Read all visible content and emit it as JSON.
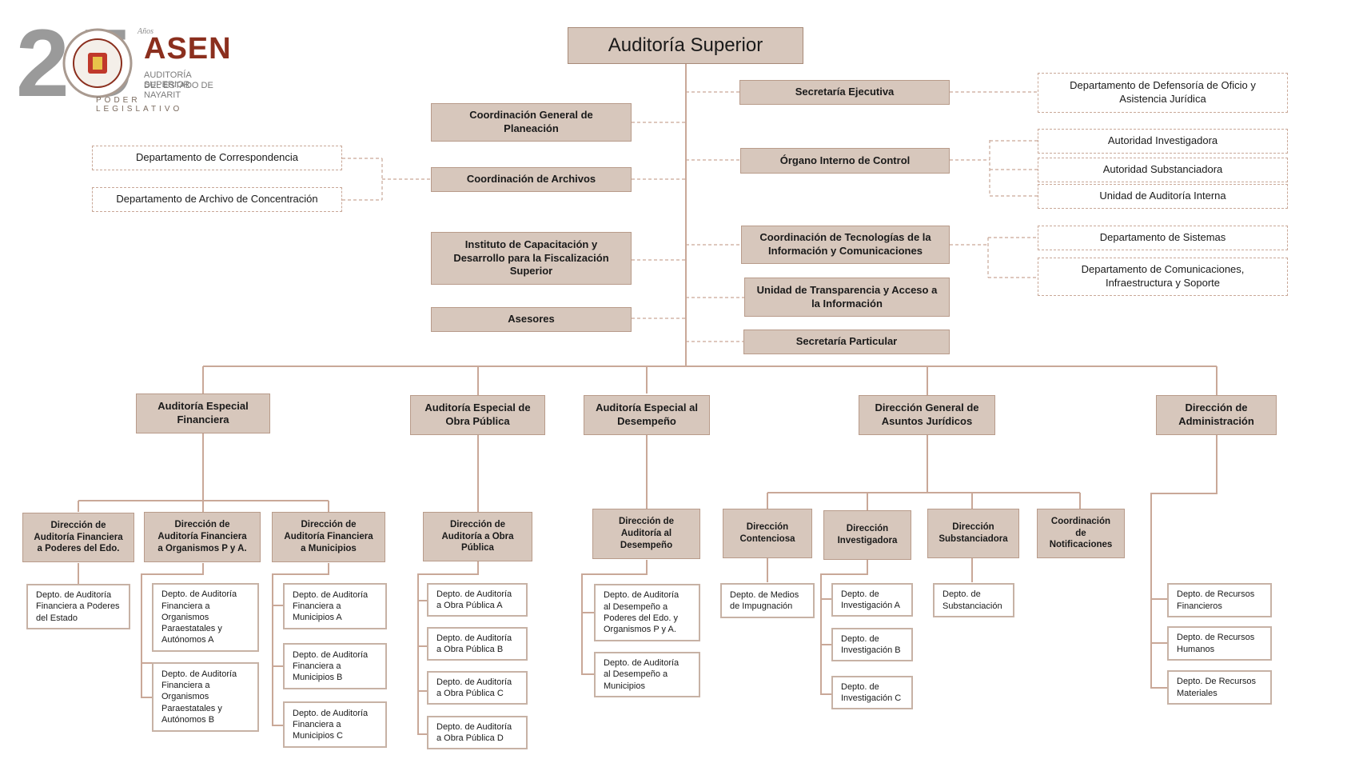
{
  "logo": {
    "numeral": "25",
    "anios": "Años",
    "brand": "ASEN",
    "line1": "AUDITORÍA SUPERIOR",
    "line2": "DEL ESTADO DE NAYARIT",
    "line3": "PODER LEGISLATIVO",
    "colors": {
      "primary": "#8b2f1e",
      "gray": "#9a9a9a"
    }
  },
  "colors": {
    "box_fill": "#d7c7bc",
    "box_border": "#b89b8a",
    "line": "#c9a898"
  },
  "nodes": {
    "root": "Auditoría Superior",
    "secretaria_ejecutiva": "Secretaría Ejecutiva",
    "defensoria": "Departamento de Defensoría de Oficio y\nAsistencia Jurídica",
    "coord_planeacion": "Coordinación General  de\nPlaneación",
    "organo_interno": "Órgano Interno de Control",
    "autoridad_investigadora": "Autoridad Investigadora",
    "autoridad_substanciadora": "Autoridad  Substanciadora",
    "unidad_auditoria_interna": "Unidad de Auditoría Interna",
    "depto_correspondencia": "Departamento de Correspondencia",
    "coord_archivos": "Coordinación de Archivos",
    "depto_archivo_concentracion": "Departamento de Archivo de Concentración",
    "instituto_capacitacion": "Instituto de Capacitación y\nDesarrollo para la Fiscalización\nSuperior",
    "coord_tecnologias": "Coordinación de Tecnologías de la\nInformación y Comunicaciones",
    "depto_sistemas": "Departamento de Sistemas",
    "depto_comunicaciones": "Departamento de Comunicaciones,\nInfraestructura y Soporte",
    "unidad_transparencia": "Unidad de Transparencia y Acceso a\nla Información",
    "asesores": "Asesores",
    "secretaria_particular": "Secretaría Particular",
    "ae_financiera": "Auditoría Especial\nFinanciera",
    "ae_obra_publica": "Auditoría Especial de\nObra Pública",
    "ae_desempeno": "Auditoría Especial al\nDesempeño",
    "dg_asuntos_juridicos": "Dirección General de\nAsuntos Jurídicos",
    "dir_administracion": "Dirección de\nAdministración",
    "dir_af_poderes": "Dirección  de\nAuditoría Financiera\na Poderes del Edo.",
    "dir_af_organismos": "Dirección  de\nAuditoría Financiera\na Organismos  P y A.",
    "dir_af_municipios": "Dirección  de\nAuditoría Financiera\na Municipios",
    "dir_obra_publica": "Dirección  de\nAuditoría a Obra\nPública",
    "dir_desempeno": "Dirección  de\nAuditoría al\nDesempeño",
    "dir_contenciosa": "Dirección\nContenciosa",
    "dir_investigadora": "Dirección\nInvestigadora",
    "dir_substanciadora": "Dirección\nSubstanciadora",
    "coord_notificaciones": "Coordinación\nde\nNotificaciones",
    "depto_af_poderes": "Depto.  de  Auditoría\nFinanciera a Poderes\ndel Estado",
    "depto_af_organismos_a": "Depto. de Auditoría\nFinanciera a\nOrganismos\nParaestatales y\nAutónomos A",
    "depto_af_organismos_b": "Depto. de Auditoría\nFinanciera a\nOrganismos\nParaestatales y\nAutónomos B",
    "depto_af_municipios_a": "Depto. de Auditoría\nFinanciera a\nMunicipios A",
    "depto_af_municipios_b": "Depto. de Auditoría\nFinanciera a\nMunicipios B",
    "depto_af_municipios_c": "Depto. de Auditoría\nFinanciera a\nMunicipios C",
    "depto_obra_a": "Depto. de Auditoría\na Obra Pública A",
    "depto_obra_b": "Depto. de Auditoría\na Obra Pública B",
    "depto_obra_c": "Depto. de Auditoría\na Obra Pública C",
    "depto_obra_d": "Depto. de Auditoría\na Obra Pública D",
    "depto_desempeno_poderes": "Depto.  de  Auditoría\nal  Desempeño  a\nPoderes  del  Edo.  y\nOrganismos P y A.",
    "depto_desempeno_municipios": "Depto.  de  Auditoría\nal  Desempeño  a\nMunicipios",
    "depto_medios_impugnacion": "Depto. de Medios\nde Impugnación",
    "depto_investigacion_a": "Depto. de\nInvestigación A",
    "depto_investigacion_b": "Depto. de\nInvestigación B",
    "depto_investigacion_c": "Depto. de\nInvestigación C",
    "depto_substanciacion": "Depto. de\nSubstanciación",
    "depto_recursos_financieros": "Depto.  de  Recursos\nFinancieros",
    "depto_recursos_humanos": "Depto.  de  Recursos\nHumanos",
    "depto_recursos_materiales": "Depto.  De  Recursos\nMateriales"
  }
}
